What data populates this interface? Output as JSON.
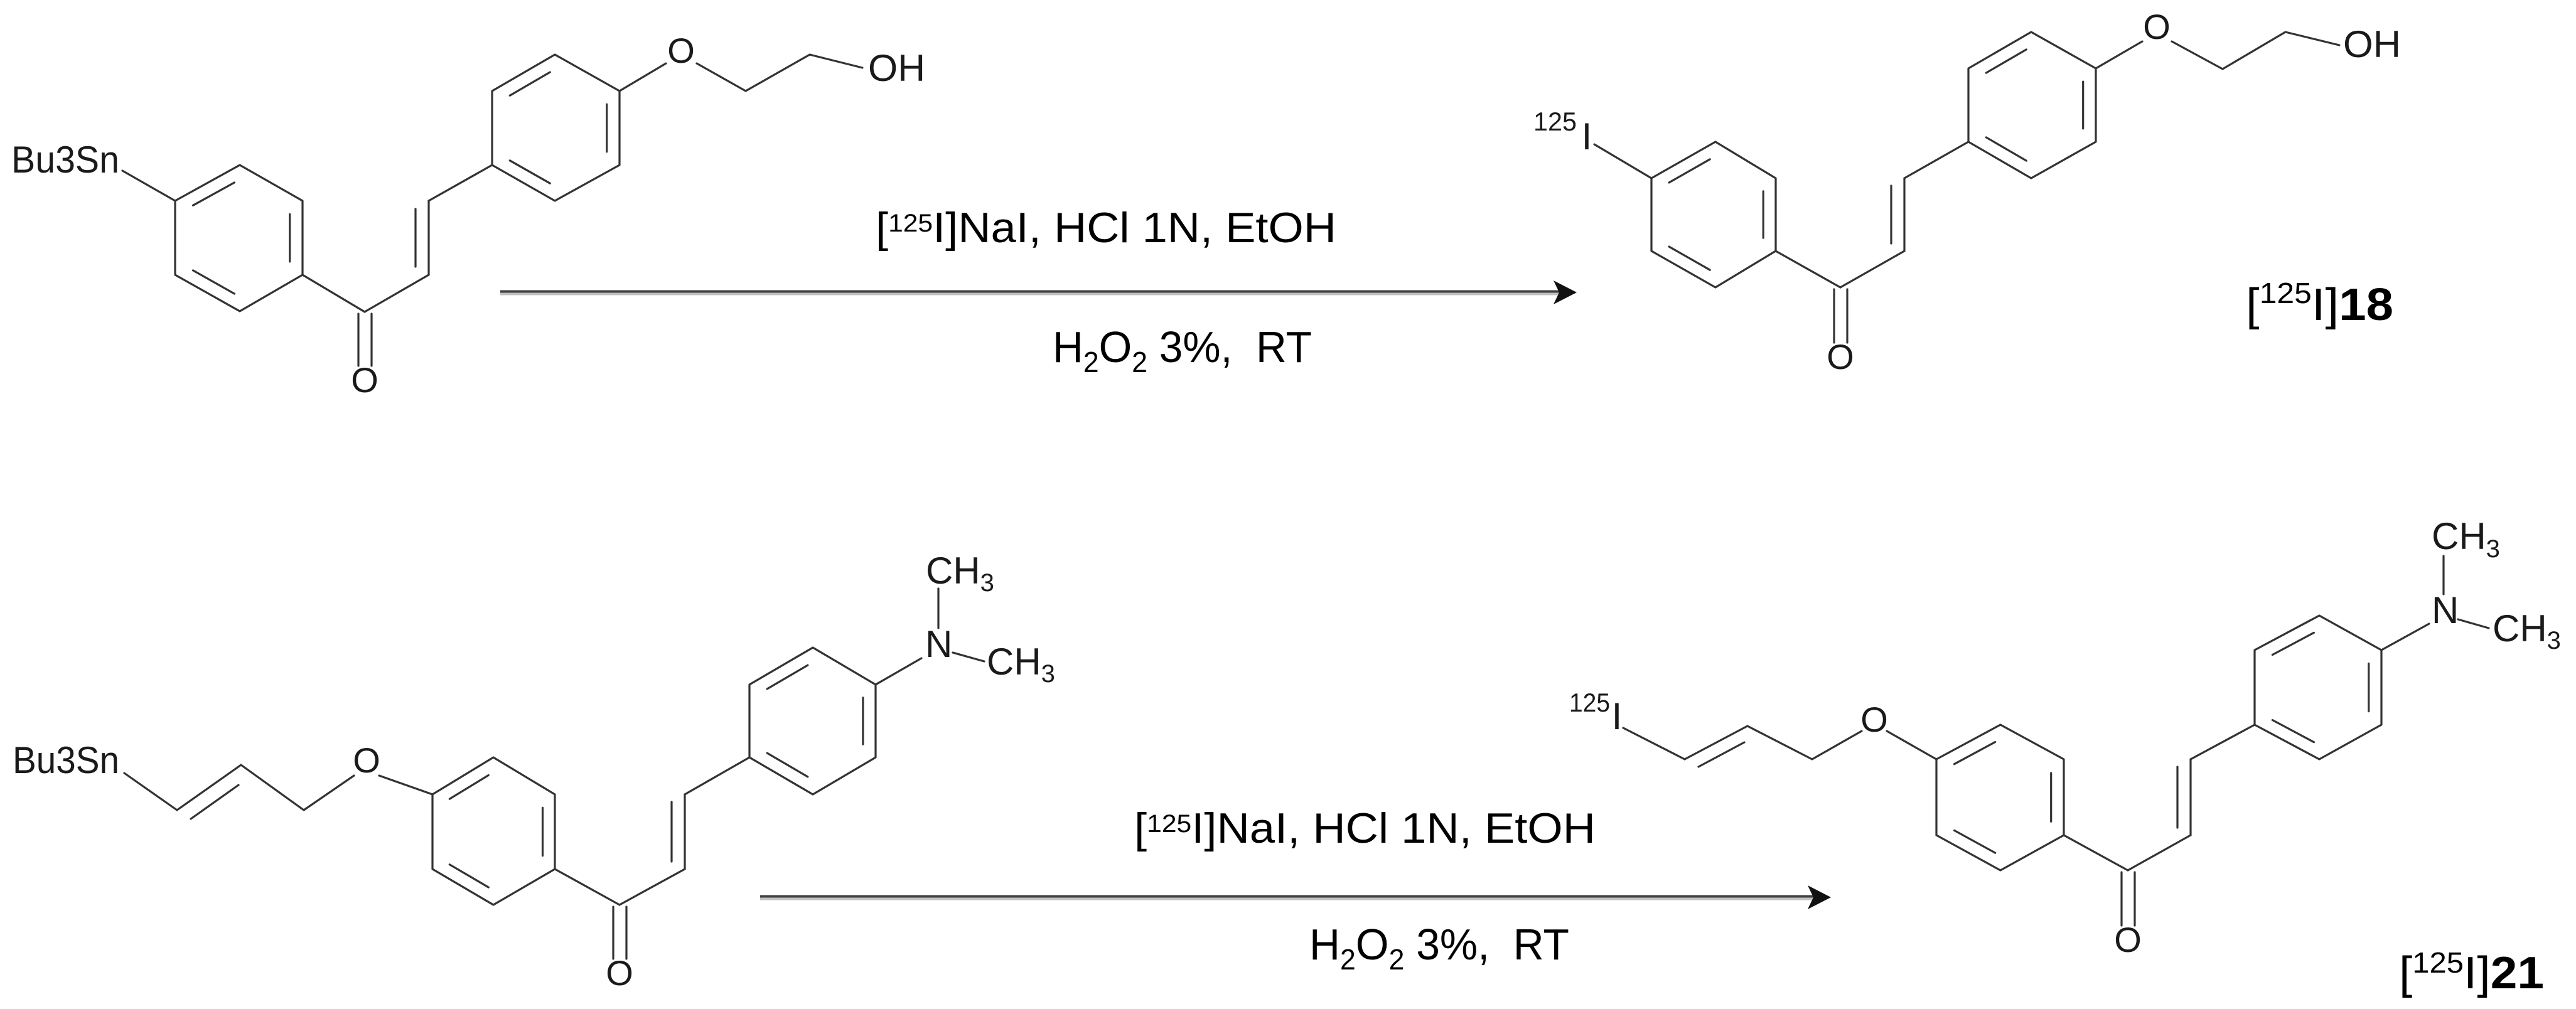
{
  "reaction_1": {
    "reactant": {
      "stannyl_group": "Bu3Sn",
      "carbonyl_oxygen": "O",
      "ether_oxygen": "O",
      "hydroxyl": "OH"
    },
    "reagents": {
      "open_bracket": "[",
      "isotope": "125",
      "rest": "I]NaI, HCl 1N, EtOH"
    },
    "conditions": {
      "h": "H",
      "sub_1": "2",
      "o": "O",
      "sub_2": "2",
      "rest": " 3%,  RT"
    },
    "product": {
      "isotope": "125",
      "iodine": "I",
      "carbonyl_oxygen": "O",
      "ether_oxygen": "O",
      "hydroxyl": "OH"
    },
    "product_label": {
      "open_bracket": "[",
      "isotope": "125",
      "close": "I]",
      "compound_number": "18"
    }
  },
  "reaction_2": {
    "reactant": {
      "stannyl_group": "Bu3Sn",
      "ether_oxygen": "O",
      "carbonyl_oxygen": "O",
      "amine_nitrogen": "N",
      "methyl_top": {
        "text": "CH",
        "sub": "3"
      },
      "methyl_right": {
        "text": "CH",
        "sub": "3"
      }
    },
    "reagents": {
      "open_bracket": "[",
      "isotope": "125",
      "rest": "I]NaI, HCl 1N, EtOH"
    },
    "conditions": {
      "h": "H",
      "sub_1": "2",
      "o": "O",
      "sub_2": "2",
      "rest": " 3%,  RT"
    },
    "product": {
      "isotope": "125",
      "iodine": "I",
      "ether_oxygen": "O",
      "carbonyl_oxygen": "O",
      "amine_nitrogen": "N",
      "methyl_top": {
        "text": "CH",
        "sub": "3"
      },
      "methyl_right": {
        "text": "CH",
        "sub": "3"
      }
    },
    "product_label": {
      "open_bracket": "[",
      "isotope": "125",
      "close": "I]",
      "compound_number": "21"
    }
  },
  "colors": {
    "bond": "#333333",
    "text": "#000000",
    "arrow": "#404040",
    "arrow_shadow": "#c0c0c0",
    "background": "#ffffff"
  }
}
